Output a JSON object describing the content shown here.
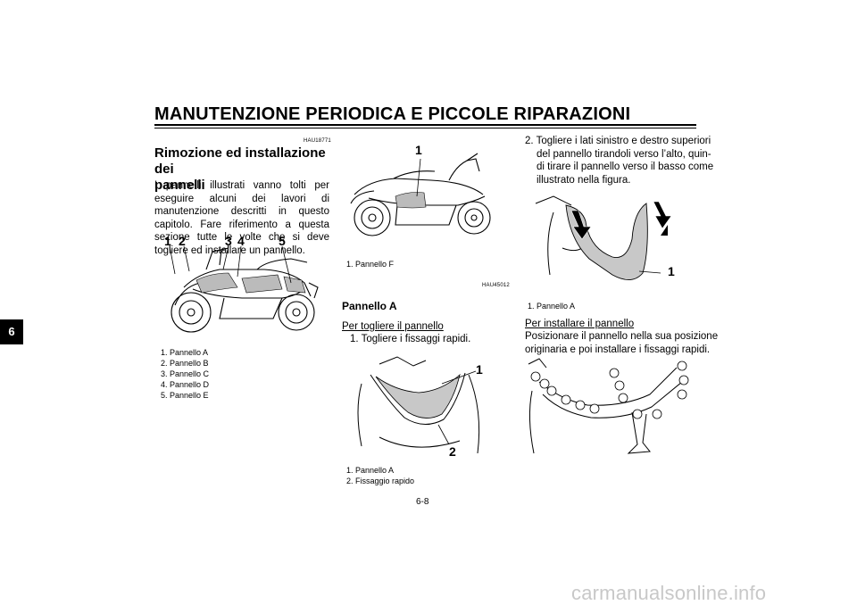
{
  "header": {
    "title": "MANUTENZIONE PERIODICA E PICCOLE RIPARAZIONI"
  },
  "chapter_tab": "6",
  "section": {
    "code": "HAU18771",
    "title_line1": "Rimozione ed installazione dei",
    "title_line2": "pannelli",
    "body": "I pannelli illustrati vanno tolti per eseguire alcuni dei lavori di manutenzione descritti in questo capitolo. Fare riferimento a questa sezione tutte le volte che si deve togliere ed installare un pannello."
  },
  "figure1": {
    "callouts": [
      "1",
      "2",
      "3",
      "4",
      "5"
    ],
    "captions": [
      "1. Pannello A",
      "2. Pannello B",
      "3. Pannello C",
      "4. Pannello D",
      "5. Pannello E"
    ]
  },
  "figure2": {
    "callouts": [
      "1"
    ],
    "captions": [
      "1. Pannello F"
    ],
    "code": "HAU45012"
  },
  "pannello_a": {
    "title": "Pannello A",
    "remove_heading": "Per togliere il pannello",
    "step1": "1. Togliere i fissaggi rapidi."
  },
  "figure3": {
    "callouts": [
      "1",
      "2"
    ],
    "captions": [
      "1. Pannello A",
      "2. Fissaggio rapido"
    ]
  },
  "step2": {
    "line1": "2. Togliere i lati sinistro e destro superiori",
    "line2": "del pannello tirandoli verso l’alto, quin-",
    "line3": "di tirare il pannello verso il basso come",
    "line4": "illustrato nella figura."
  },
  "figure4": {
    "callouts": [
      "1"
    ],
    "captions": [
      "1. Pannello A"
    ]
  },
  "install": {
    "heading": "Per installare il pannello",
    "line1": "Posizionare il pannello nella sua posizione",
    "line2": "originaria e poi installare i fissaggi rapidi."
  },
  "page_number": "6-8",
  "footer": "carmanualsonline.info"
}
